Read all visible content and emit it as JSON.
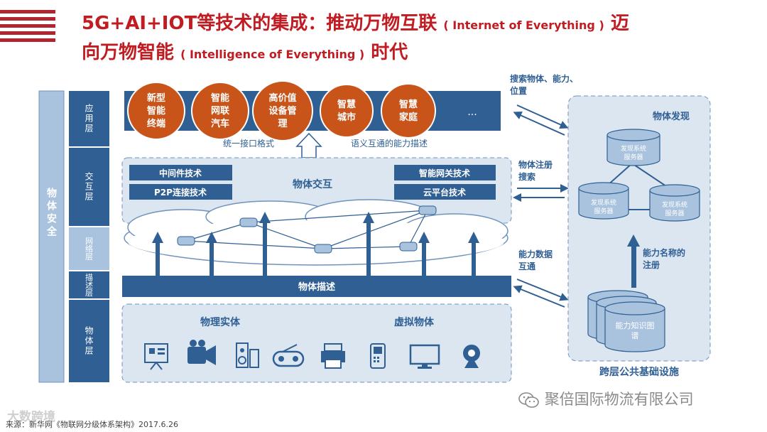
{
  "title": {
    "line1_cn": "5G+AI+IOT等技术的集成：推动万物互联",
    "line1_en": "( Internet of Everything )",
    "line1_tail": "迈",
    "line2_cn": "向万物智能",
    "line2_en": "( Intelligence of Everything )",
    "line2_tail": "时代"
  },
  "security": "物体安全",
  "layers": [
    "应用层",
    "交互层",
    "网络层",
    "描述层",
    "物体层"
  ],
  "apps": [
    "新型智能终端",
    "智能网联汽车",
    "高价值设备管理",
    "智慧城市",
    "智慧家庭",
    "..."
  ],
  "labels": {
    "interface": "统一接口格式",
    "semantic": "语义互通的能力描述",
    "interaction": "物体交互",
    "middleware": "中间件技术",
    "p2p": "P2P连接技术",
    "gateway": "智能网关技术",
    "cloud": "云平台技术",
    "description": "物体描述",
    "physical": "物理实体",
    "virtual": "虚拟物体",
    "search_obj": "搜索物体、能力、位置",
    "register": "物体注册搜索",
    "exchange": "能力数据互通",
    "discovery": "物体发现",
    "server": "发现系统服务器",
    "name_register": "能力名称的注册",
    "kg": "能力知识图谱",
    "infra": "跨层公共基础设施"
  },
  "footer": {
    "source": "来源：新华网《物联网分级体系架构》2017.6.26",
    "watermark": "大数跨境",
    "brand": "聚倍国际物流有限公司"
  },
  "colors": {
    "title": "#c01c22",
    "dark_blue": "#2f5f93",
    "light_blue": "#a9c3de",
    "panel": "#dbe6f1",
    "orange": "#c9541a"
  }
}
